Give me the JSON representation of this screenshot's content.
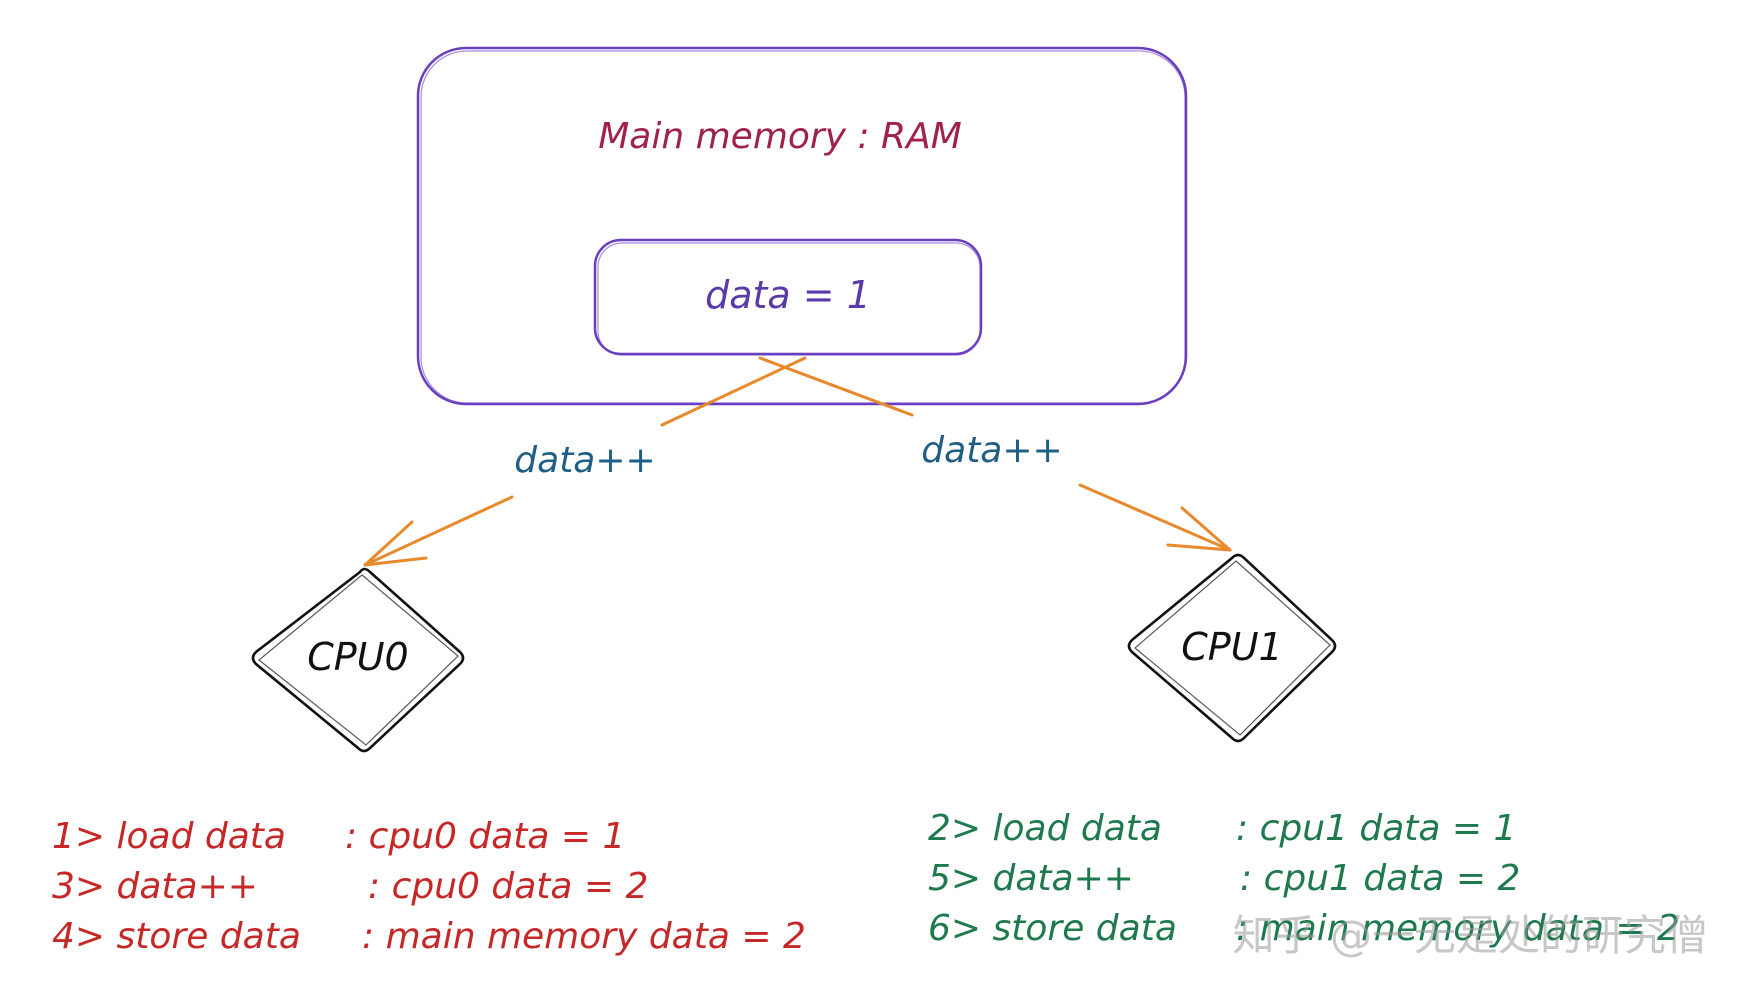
{
  "colors": {
    "ram_box": "#6a3fc2",
    "ram_title": "#a0224a",
    "data_box": "#6a3fc2",
    "data_text": "#5a3aa8",
    "arrows": "#e8892b",
    "arrow_labels": "#1f5f86",
    "cpu": "#111111",
    "cpu0_steps": "#c62828",
    "cpu1_steps": "#1e7a4e",
    "watermark": "#9a9a9a"
  },
  "ram": {
    "title": "Main memory : RAM",
    "data_label": "data = 1"
  },
  "arrows": {
    "left_label": "data++",
    "right_label": "data++"
  },
  "cpu0": {
    "label": "CPU0",
    "steps": [
      {
        "left": "1> load data",
        "right": ": cpu0 data = 1"
      },
      {
        "left": "3> data++",
        "right": ": cpu0 data = 2"
      },
      {
        "left": "4> store data",
        "right": ": main memory data = 2"
      }
    ]
  },
  "cpu1": {
    "label": "CPU1",
    "steps": [
      {
        "left": "2> load data",
        "right": ": cpu1 data = 1"
      },
      {
        "left": "5> data++",
        "right": ": cpu1 data = 2"
      },
      {
        "left": "6> store data",
        "right": ": main memory data = 2"
      }
    ]
  },
  "watermark": "知乎 @一无是处的研究僧"
}
